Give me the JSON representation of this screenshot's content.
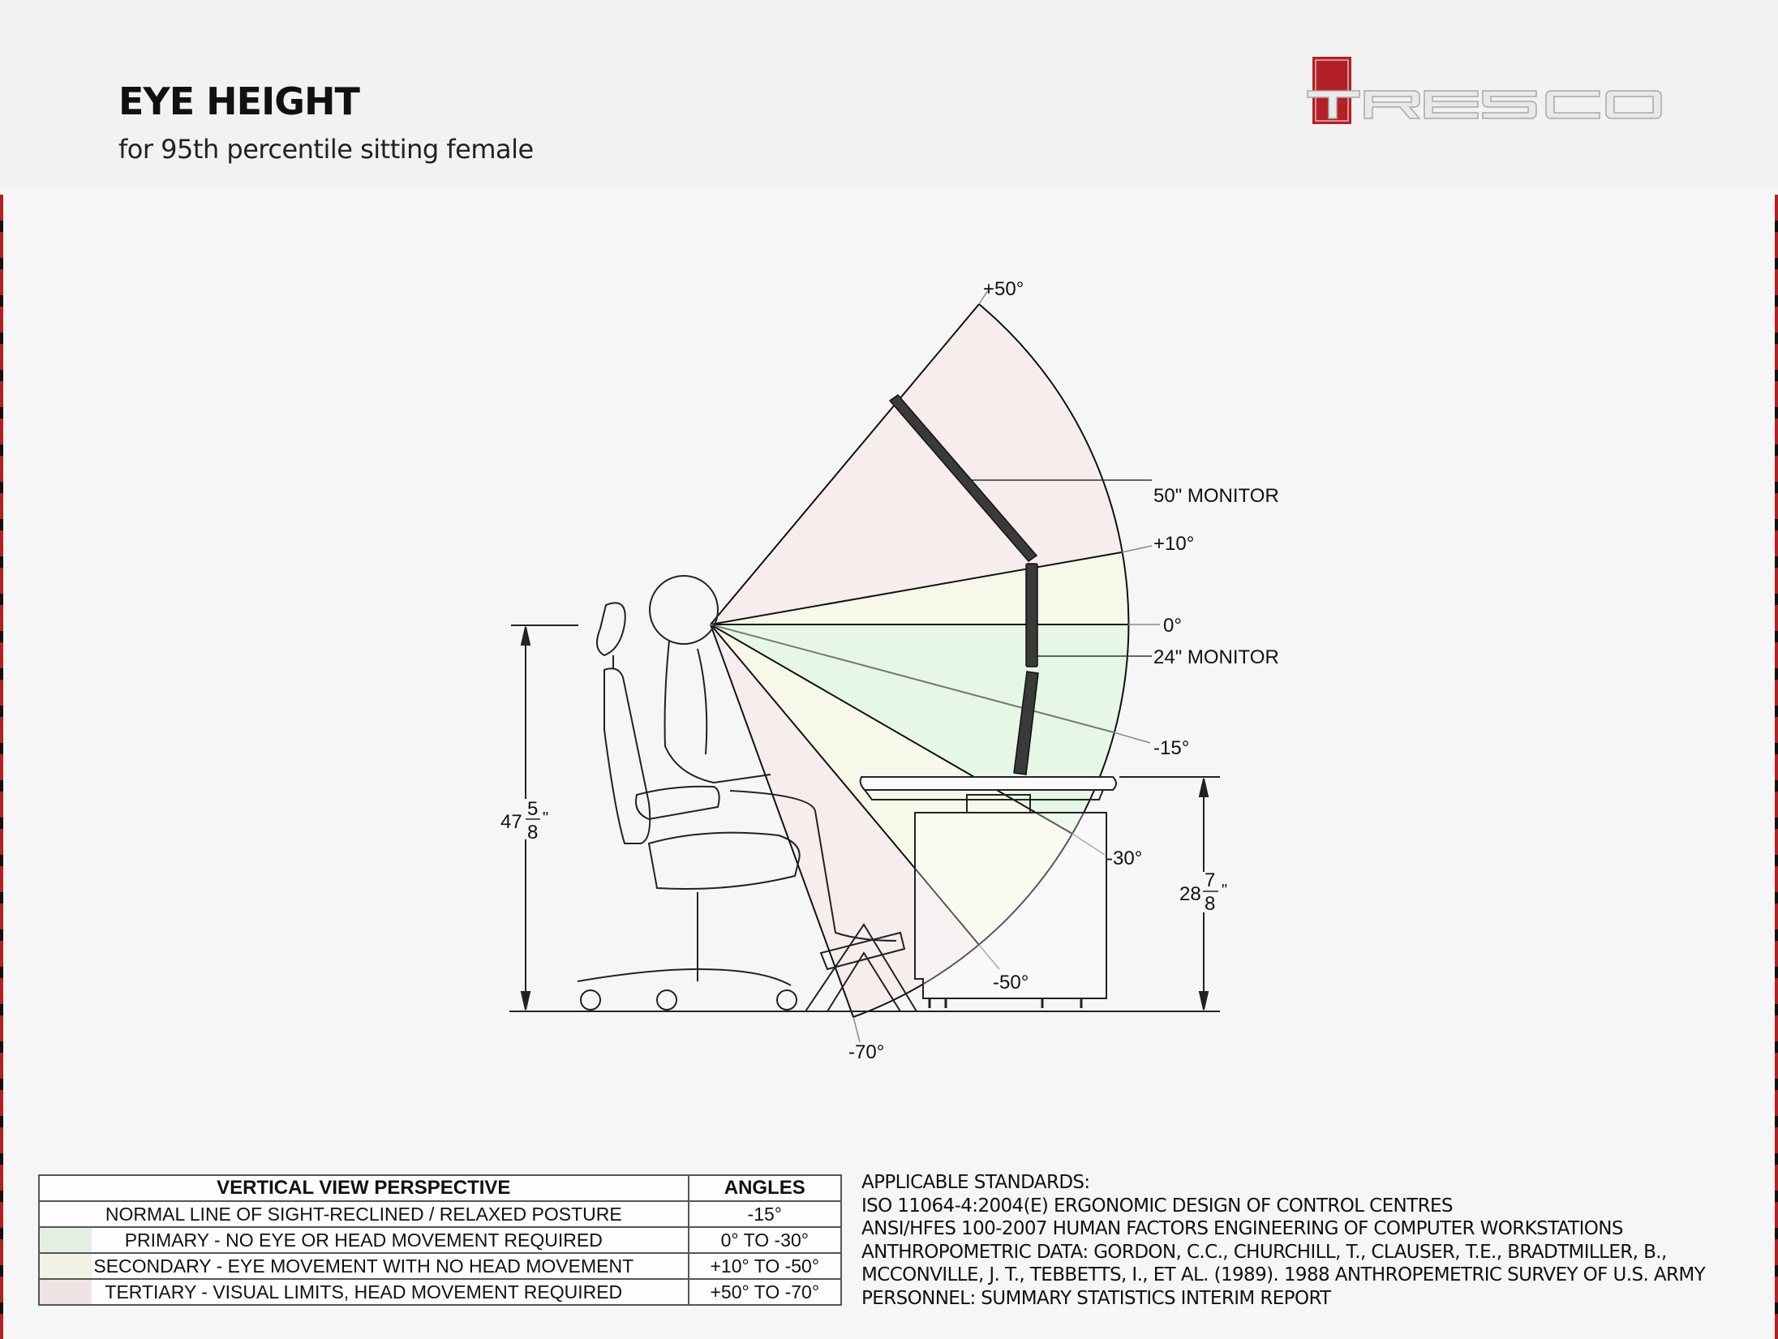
{
  "header": {
    "title": "EYE HEIGHT",
    "subtitle": "for 95th percentile sitting female",
    "logo_text": "TRESCO",
    "logo_color": "#b32025"
  },
  "diagram": {
    "angle_labels": {
      "plus50": "+50°",
      "plus10": "+10°",
      "zero": "0°",
      "minus15": "-15°",
      "minus30": "-30°",
      "minus50": "-50°",
      "minus70": "-70°"
    },
    "callouts": {
      "monitor_50": "50\" MONITOR",
      "monitor_24": "24\" MONITOR"
    },
    "dimensions": {
      "eye_height_whole": "47",
      "eye_height_num": "5",
      "eye_height_den": "8",
      "desk_height_whole": "28",
      "desk_height_num": "7",
      "desk_height_den": "8",
      "inch_mark": "\""
    },
    "zone_colors": {
      "primary": "#e6f7e6",
      "secondary": "#f8f8ea",
      "tertiary": "#f7ecec"
    }
  },
  "table": {
    "headers": [
      "VERTICAL VIEW PERSPECTIVE",
      "ANGLES"
    ],
    "rows": [
      {
        "label": "NORMAL LINE OF SIGHT-RECLINED / RELAXED POSTURE",
        "angles": "-15°",
        "swatch": ""
      },
      {
        "label": "PRIMARY - NO EYE OR HEAD MOVEMENT REQUIRED",
        "angles": "0° TO -30°",
        "swatch": "#e3efe3"
      },
      {
        "label": "SECONDARY - EYE MOVEMENT WITH NO HEAD MOVEMENT",
        "angles": "+10° TO -50°",
        "swatch": "#f1f1e4"
      },
      {
        "label": "TERTIARY - VISUAL LIMITS, HEAD MOVEMENT REQUIRED",
        "angles": "+50° TO -70°",
        "swatch": "#efe3e3"
      }
    ]
  },
  "standards": {
    "lines": [
      "APPLICABLE STANDARDS:",
      "ISO 11064-4:2004(E) ERGONOMIC DESIGN OF CONTROL CENTRES",
      "ANSI/HFES 100-2007 HUMAN FACTORS ENGINEERING OF COMPUTER WORKSTATIONS",
      "ANTHROPOMETRIC DATA:  GORDON, C.C., CHURCHILL, T., CLAUSER, T.E., BRADTMILLER, B.,",
      "MCCONVILLE, J. T., TEBBETTS, I., ET AL. (1989). 1988 ANTHROPEMETRIC SURVEY OF U.S. ARMY",
      "PERSONNEL: SUMMARY STATISTICS INTERIM REPORT"
    ]
  }
}
